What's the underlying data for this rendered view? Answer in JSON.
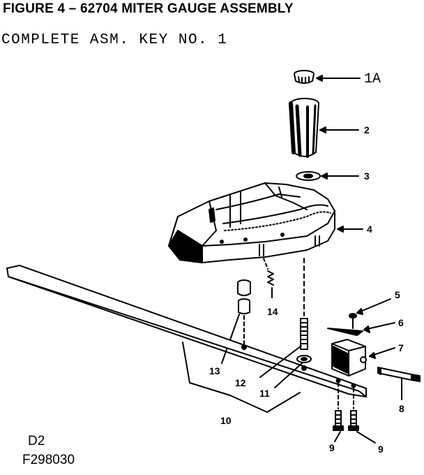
{
  "header": {
    "title": "FIGURE 4 – 62704 MITER GAUGE ASSEMBLY",
    "subtitle": "COMPLETE ASM. KEY NO. 1"
  },
  "footer": {
    "code_line1": "D2",
    "code_line2": "F298030"
  },
  "callouts": {
    "c1a": "1A",
    "c2": "2",
    "c3": "3",
    "c4": "4",
    "c5": "5",
    "c6": "6",
    "c7": "7",
    "c8": "8",
    "c9a": "9",
    "c9b": "9",
    "c10": "10",
    "c11": "11",
    "c12": "12",
    "c13": "13",
    "c14": "14"
  }
}
